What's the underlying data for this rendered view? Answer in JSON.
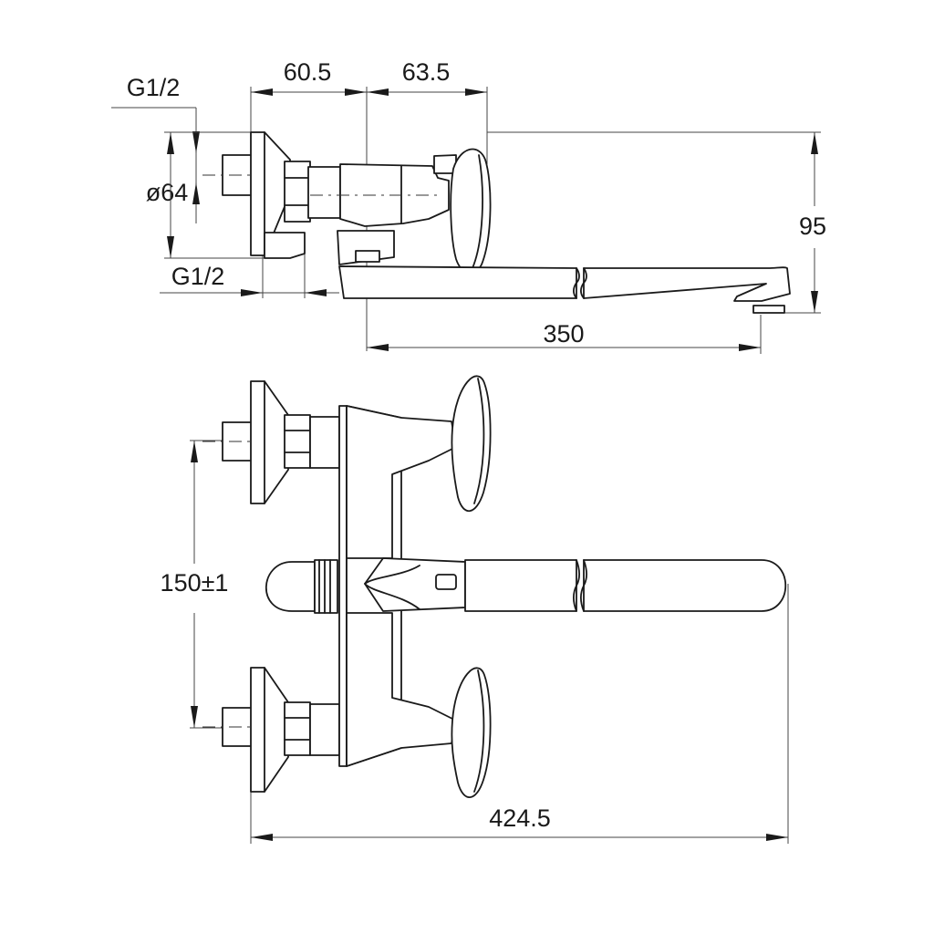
{
  "dimensions": {
    "top_left": "60.5",
    "top_right": "63.5",
    "inlet_thread_top": "G1/2",
    "flange_diameter": "ø64",
    "inlet_thread_bottom": "G1/2",
    "height": "95",
    "spout_reach": "350",
    "inlet_spacing": "150±1",
    "overall_length": "424.5"
  }
}
